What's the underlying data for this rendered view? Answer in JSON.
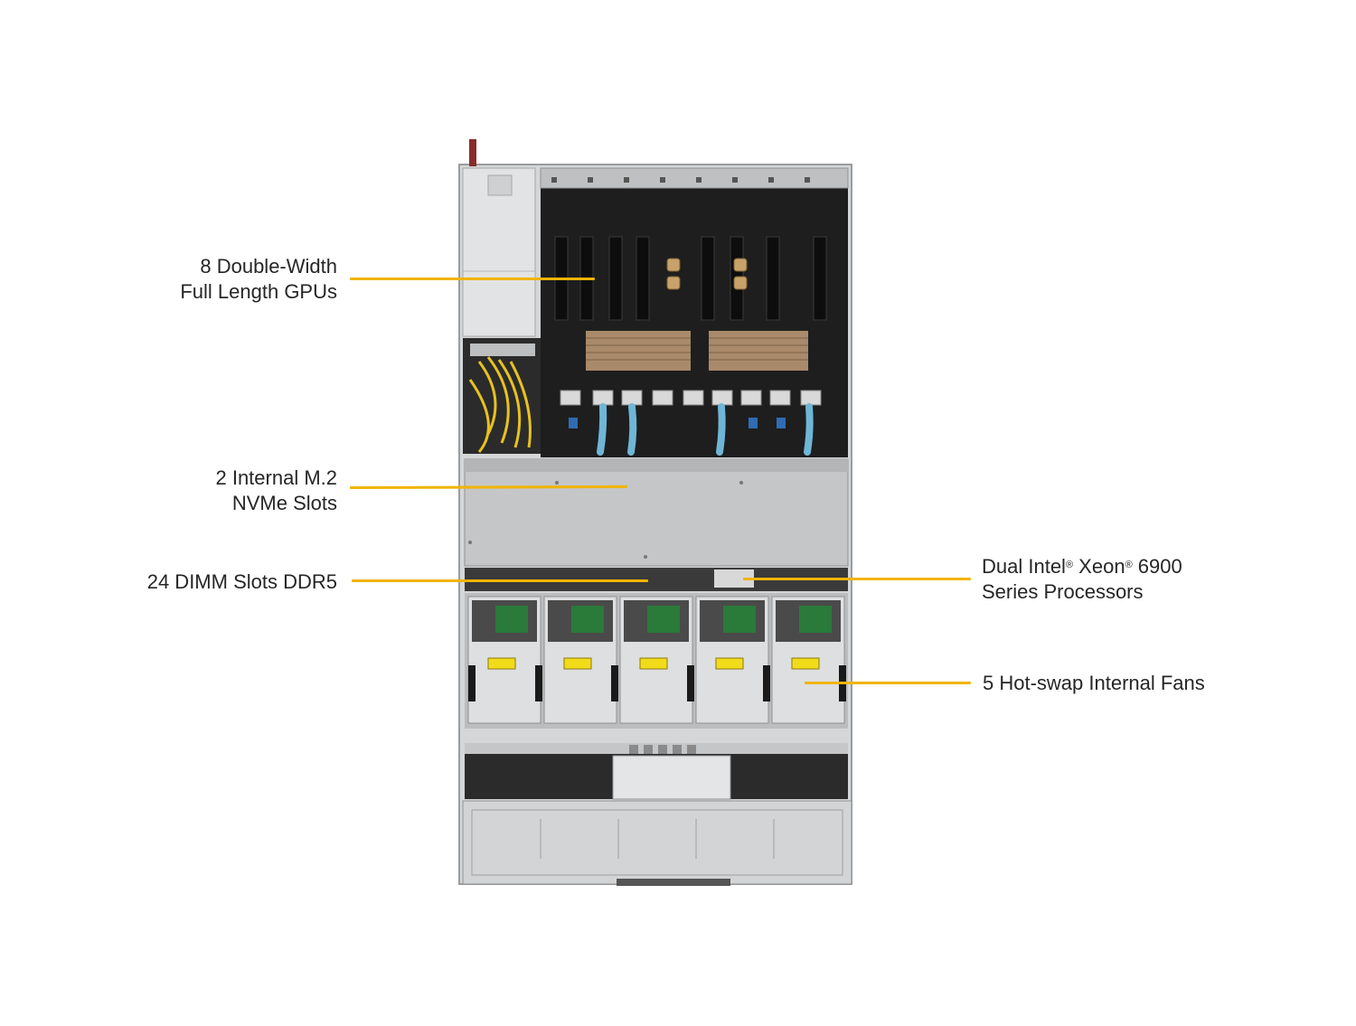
{
  "callouts": {
    "gpus": {
      "line1": "8 Double-Width",
      "line2": "Full Length GPUs"
    },
    "m2": {
      "line1": "2 Internal M.2",
      "line2": "NVMe Slots"
    },
    "dimm": {
      "line1": "24 DIMM Slots DDR5"
    },
    "cpu": {
      "line1_a": "Dual Intel",
      "line1_b": " Xeon",
      "line1_c": " 6900",
      "reg": "®",
      "line2": "Series Processors"
    },
    "fans": {
      "line1": "5 Hot-swap Internal Fans"
    }
  },
  "colors": {
    "leader": "#f0b400",
    "board": "#1e1e1e",
    "chassis_metal": "#c9cacb",
    "cable_blue": "#6fb6d6",
    "psu_yellow": "#e8c21e"
  }
}
